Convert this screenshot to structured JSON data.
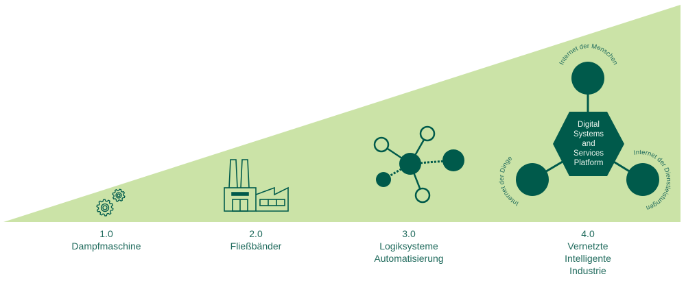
{
  "colors": {
    "wedge": "#cbe3a7",
    "primary": "#005a4b",
    "text": "#1f6a5c",
    "hex_text": "#e8f3ec"
  },
  "stages": [
    {
      "number": "1.0",
      "lines": [
        "Dampfmaschine"
      ],
      "icon": "gears-icon"
    },
    {
      "number": "2.0",
      "lines": [
        "Fließbänder"
      ],
      "icon": "factory-icon"
    },
    {
      "number": "3.0",
      "lines": [
        "Logiksysteme",
        "Automatisierung"
      ],
      "icon": "network-icon"
    },
    {
      "number": "4.0",
      "lines": [
        "Vernetzte",
        "Intelligente",
        "Industrie"
      ],
      "icon": "platform-hub-icon"
    }
  ],
  "platform": {
    "center_lines": [
      "Digital",
      "Systems",
      "and",
      "Services",
      "Platform"
    ],
    "nodes": [
      {
        "label": "Internet der Menschen"
      },
      {
        "label": "Internet der Dinge"
      },
      {
        "label": "Internet der Dienstleistungen"
      }
    ]
  }
}
